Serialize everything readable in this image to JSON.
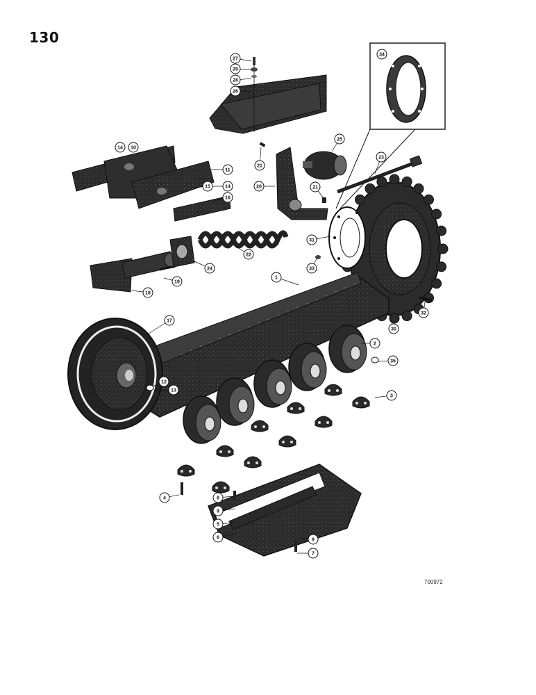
{
  "page_number": "130",
  "figure_code": "700972",
  "callouts": [
    {
      "id": "c1",
      "label": "1"
    },
    {
      "id": "c2",
      "label": "2"
    },
    {
      "id": "c3",
      "label": "3"
    },
    {
      "id": "c4",
      "label": "4"
    },
    {
      "id": "c5",
      "label": "5"
    },
    {
      "id": "c6",
      "label": "6"
    },
    {
      "id": "c7",
      "label": "7"
    },
    {
      "id": "c8",
      "label": "8"
    },
    {
      "id": "c9a",
      "label": "9"
    },
    {
      "id": "c9b",
      "label": "9"
    },
    {
      "id": "c10",
      "label": "10"
    },
    {
      "id": "c11",
      "label": "11"
    },
    {
      "id": "c12",
      "label": "12"
    },
    {
      "id": "c13",
      "label": "13"
    },
    {
      "id": "c14a",
      "label": "14"
    },
    {
      "id": "c14b",
      "label": "14"
    },
    {
      "id": "c15",
      "label": "15"
    },
    {
      "id": "c16",
      "label": "16"
    },
    {
      "id": "c17",
      "label": "17"
    },
    {
      "id": "c18",
      "label": "18"
    },
    {
      "id": "c19",
      "label": "19"
    },
    {
      "id": "c20",
      "label": "20"
    },
    {
      "id": "c21a",
      "label": "21"
    },
    {
      "id": "c21b",
      "label": "21"
    },
    {
      "id": "c22",
      "label": "22"
    },
    {
      "id": "c23",
      "label": "23"
    },
    {
      "id": "c24",
      "label": "24"
    },
    {
      "id": "c25",
      "label": "25"
    },
    {
      "id": "c26",
      "label": "26"
    },
    {
      "id": "c27",
      "label": "27"
    },
    {
      "id": "c28",
      "label": "28"
    },
    {
      "id": "c29",
      "label": "29"
    },
    {
      "id": "c30",
      "label": "30"
    },
    {
      "id": "c31",
      "label": "31"
    },
    {
      "id": "c32",
      "label": "32"
    },
    {
      "id": "c33",
      "label": "33"
    },
    {
      "id": "c34",
      "label": "34"
    },
    {
      "id": "c35",
      "label": "35"
    }
  ]
}
